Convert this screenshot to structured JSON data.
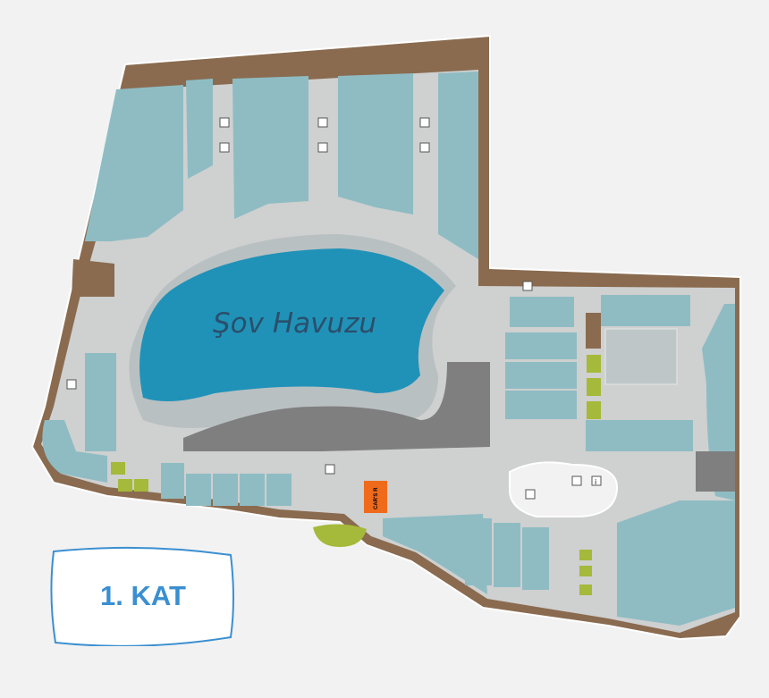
{
  "map": {
    "pool_label": "Şov Havuzu",
    "floor_label": "1. KAT",
    "store_label": "CAR'S R"
  },
  "colors": {
    "background": "#f2f2f2",
    "corridor": "#cfd0d0",
    "store": "#8fbcc3",
    "service": "#8a6b4f",
    "pool": "#2092b8",
    "dark_zone": "#7f7f7f",
    "amenity": "#a5b93a",
    "highlight_store": "#f06a1c",
    "floor_label": "#3a8fd0"
  },
  "icons": [
    "escalator-icon",
    "elevator-icon",
    "wheelchair-icon",
    "toilet-icon",
    "baby-change-icon",
    "info-icon"
  ]
}
